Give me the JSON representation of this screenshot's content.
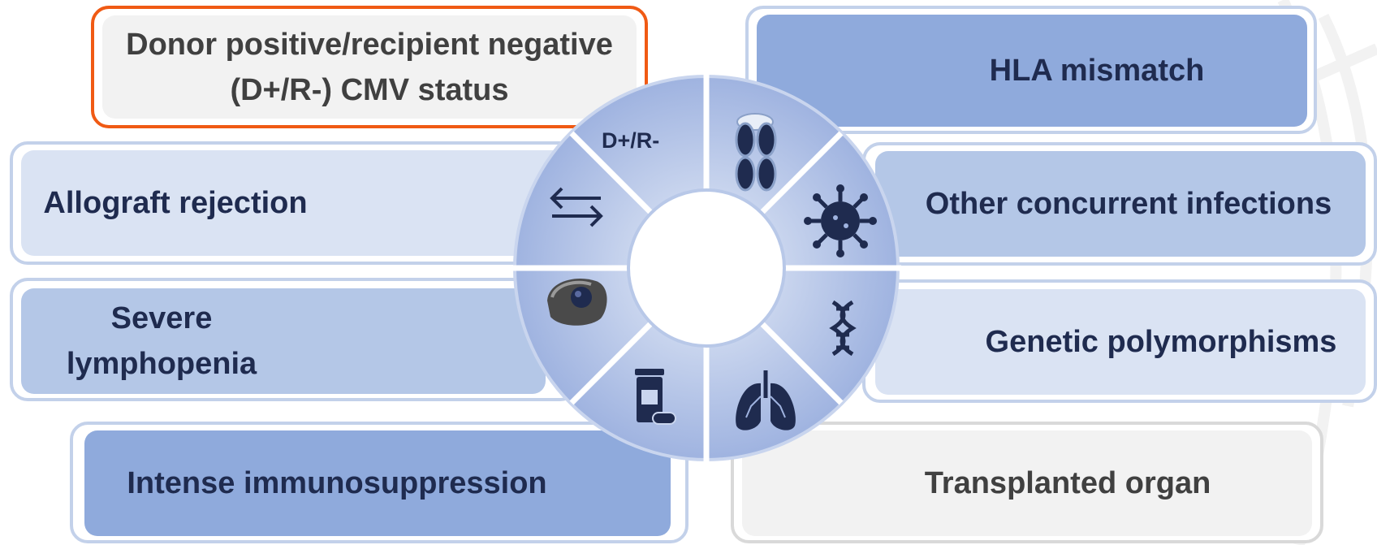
{
  "boxes": {
    "cmv": "Donor positive/recipient negative (D+/R-) CMV status",
    "allograft": "Allograft rejection",
    "lymphopenia": "Severe lymphopenia",
    "immuno": "Intense immunosuppression",
    "hla": "HLA mismatch",
    "infections": "Other concurrent infections",
    "genetic": "Genetic polymorphisms",
    "organ": "Transplanted organ"
  },
  "wheel": {
    "dr_label": "D+/R-",
    "icons": [
      "chromosome-icon",
      "virus-icon",
      "dna-icon",
      "lungs-icon",
      "pill-bottle-icon",
      "cell-icon",
      "exchange-arrows-icon"
    ]
  },
  "colors": {
    "highlight_border": "#f05a14",
    "dark_blue_text": "#1f2b4f",
    "grey_text": "#404040"
  }
}
